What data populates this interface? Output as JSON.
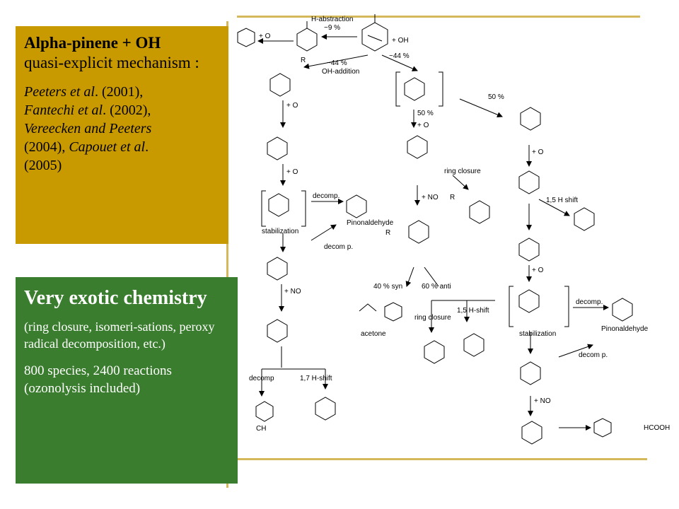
{
  "info_box": {
    "title": "Alpha-pinene + OH",
    "subtitle": "quasi-explicit mechanism :",
    "ref1a": "Peeters et al",
    "ref1b": ". (2001),",
    "ref2a": "Fantechi et al",
    "ref2b": ". (2002),",
    "ref3": "Vereecken and Peeters",
    "ref4a": "(2004), ",
    "ref4b": "Capouet et al",
    "ref4c": ".",
    "ref5": "(2005)"
  },
  "note_box": {
    "title": "Very exotic chemistry",
    "detail": "(ring closure, isomeri-sations, peroxy radical decomposition, etc.)",
    "stats": "800 species, 2400 reactions (ozonolysis included)"
  },
  "colors": {
    "gold": "#c99a00",
    "green": "#3a7d2e",
    "rule": "#d4b85a"
  },
  "labels": {
    "h_abstraction": "H-abstraction",
    "pct9": "~9 %",
    "o2no_1": "+ O",
    "r1": "R",
    "plus_oh": "+ OH",
    "pct44a": "~44 %",
    "oh_addition": "OH-addition",
    "pct44b": "~44 %",
    "pct50a": "50 %",
    "pct50b": "50 %",
    "o2no_2": "+ O",
    "o2_a": "+ O",
    "decomp_1": "decomp.",
    "pinonaldehyde_1": "Pinonaldehyde",
    "stabilization_1": "stabilization",
    "decomp_2": "decom p.",
    "no_1": "+ NO",
    "decomp_3": "decomp",
    "h17": "1,7 H-shift",
    "ch3cooh": "CH",
    "ring_closure_1": "ring closure",
    "o2_b": "+ O",
    "no_2": "+ NO",
    "rs": "R",
    "r9o": "R",
    "syn": "40 % syn",
    "anti": "60 % anti",
    "acetone": "acetone",
    "ring_closure_2": "ring closure",
    "h15a": "1,5 H-shift",
    "o2no_3": "+ O",
    "h15b": "1,5 H shift",
    "o2_c": "+ O",
    "decomp_4": "decomp.",
    "pinonaldehyde_2": "Pinonaldehyde",
    "stabilization_2": "stabilization",
    "decomp_5": "decom p.",
    "no_3": "+ NO",
    "hcooh": "HCOOH"
  }
}
